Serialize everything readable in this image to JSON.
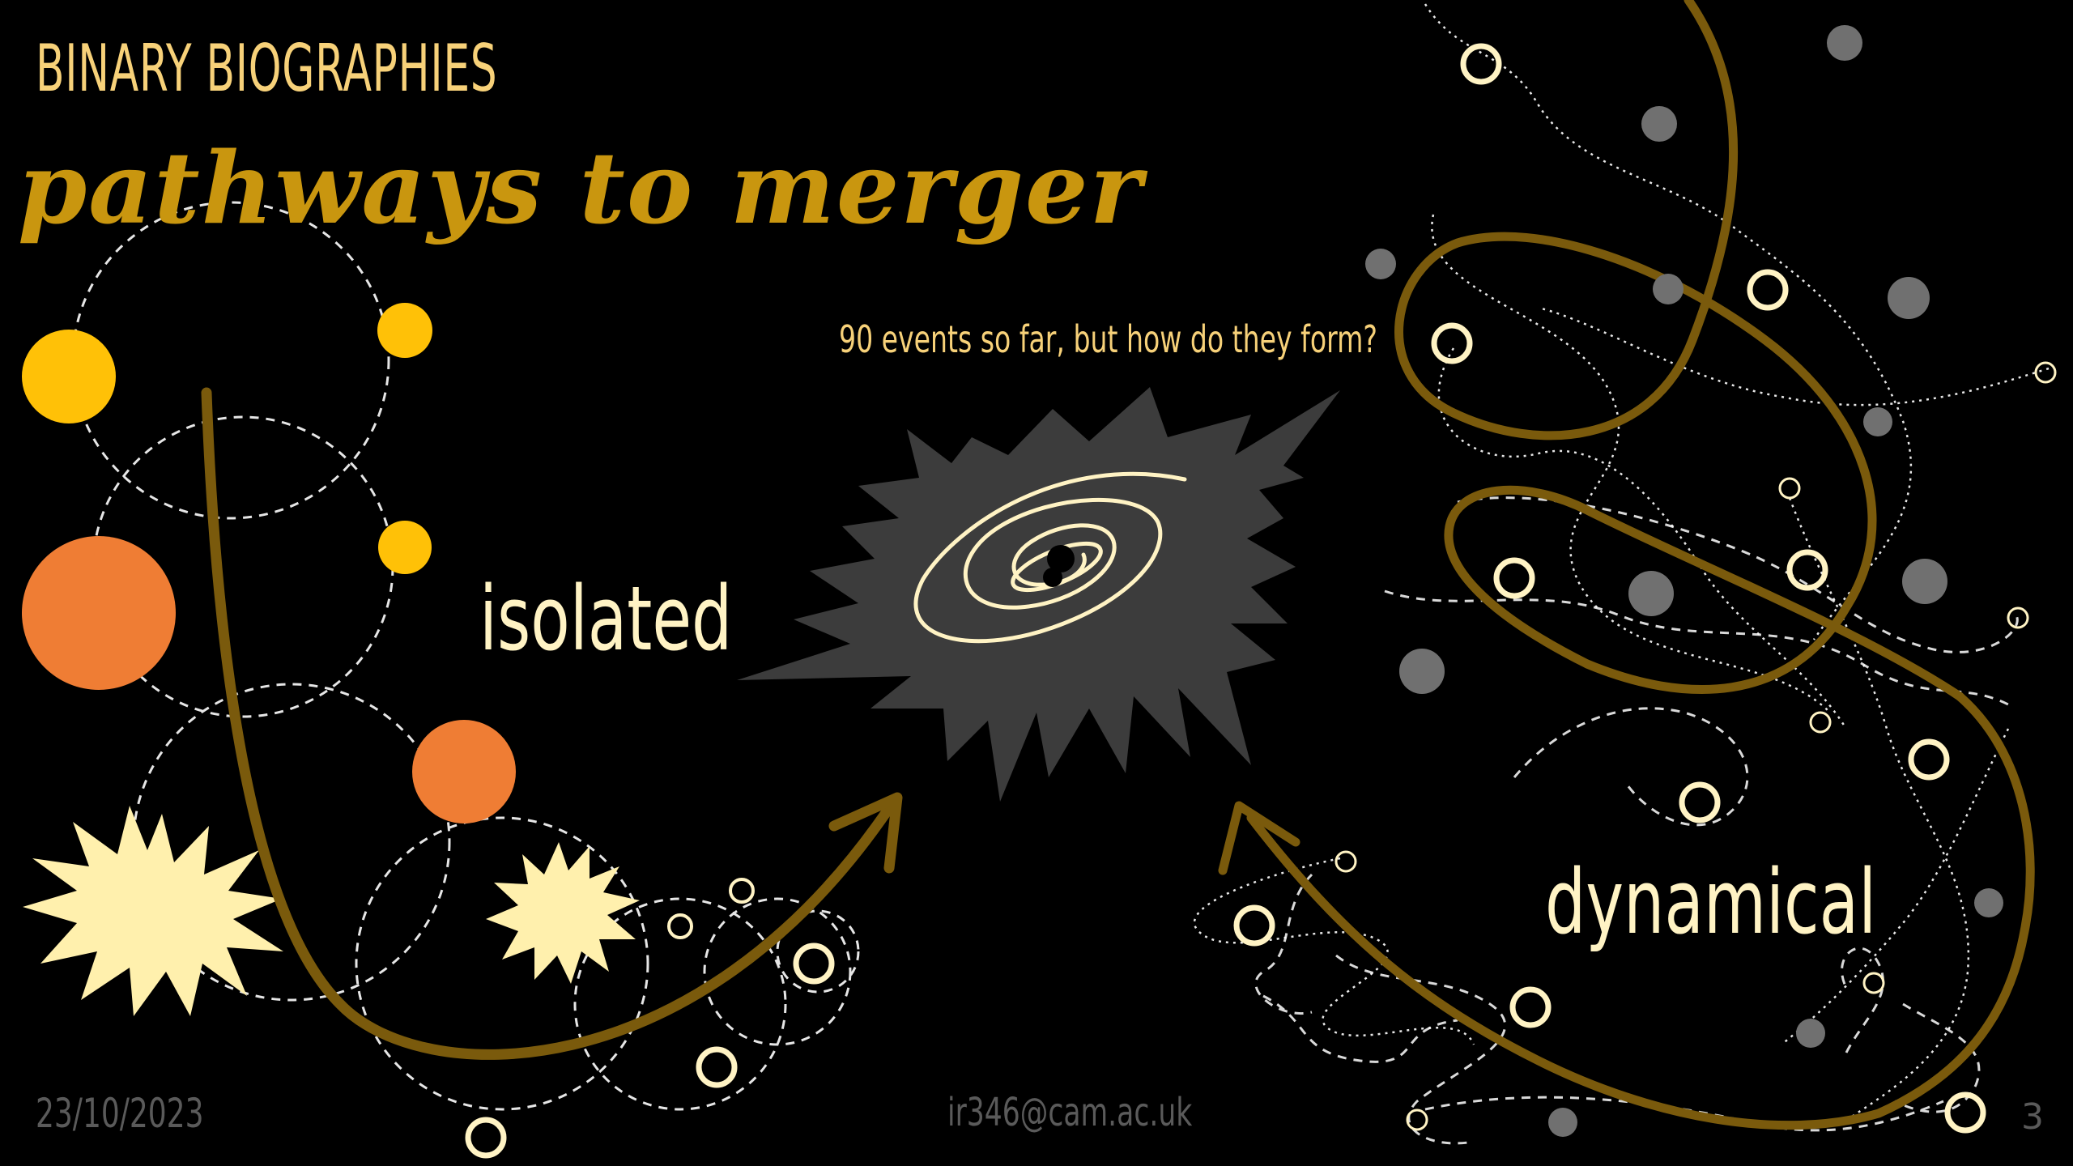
{
  "slide": {
    "kicker": "BINARY BIOGRAPHIES",
    "headline": "pathways to merger",
    "question": "90 events so far, but how do they form?",
    "label_isolated": "isolated",
    "label_dynamical": "dynamical",
    "footer": {
      "date": "23/10/2023",
      "email": "ir346@cam.ac.uk",
      "page": "3"
    }
  },
  "colors": {
    "background": "#000000",
    "kicker": "#f7d179",
    "headline": "#c9960f",
    "arrow": "#7a5a0c",
    "cream": "#fff3c4",
    "label": "#fff3c4",
    "footer": "#5a5a5a",
    "star_yellow": "#ffc107",
    "star_orange": "#ef7d34",
    "supernova": "#fff0ad",
    "cloud": "#3c3c3c",
    "cluster_dot": "#707070"
  },
  "icons": [
    "yellow-star-icon",
    "orange-star-icon",
    "supernova-burst-icon",
    "compact-object-ring-icon",
    "cluster-star-dot-icon",
    "merger-burst-icon",
    "spiral-orbit-icon"
  ]
}
